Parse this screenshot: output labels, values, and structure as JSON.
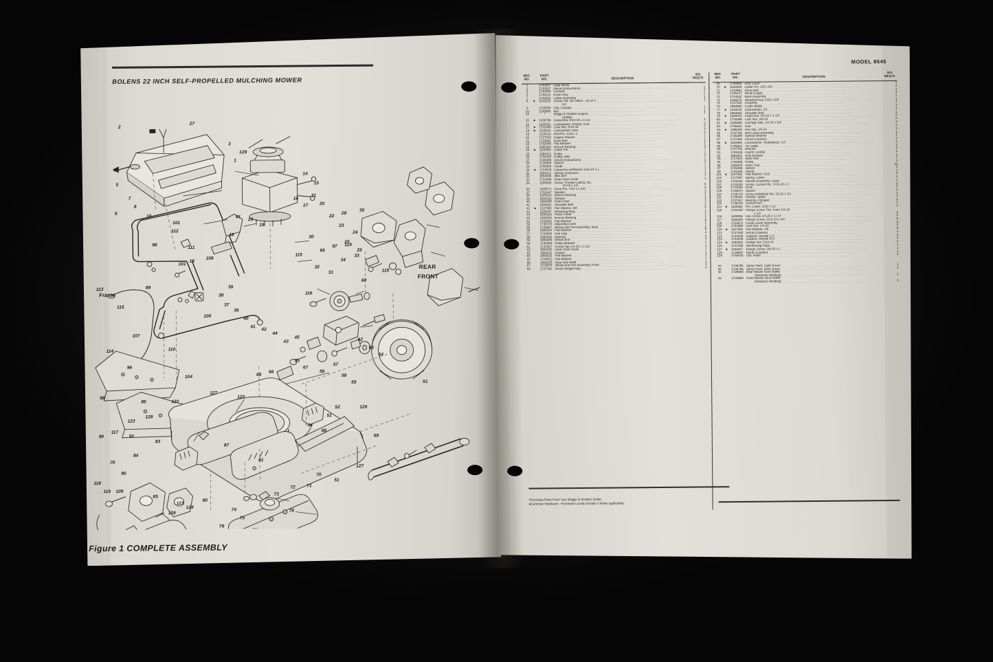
{
  "document": {
    "header_title": "BOLENS 22 INCH SELF-PROPELLED MULCHING MOWER",
    "model_label": "MODEL  8645",
    "figure_caption": "Figure 1  COMPLETE ASSEMBLY"
  },
  "diagram": {
    "labels": {
      "frame": "Frame",
      "rear": "REAR",
      "front": "FRONT"
    },
    "callouts": [
      "1",
      "2",
      "3",
      "5",
      "7",
      "8",
      "9",
      "10",
      "14",
      "15",
      "16",
      "17",
      "18",
      "19",
      "20",
      "21",
      "22",
      "23",
      "24",
      "25",
      "26",
      "27",
      "28",
      "29",
      "30",
      "31",
      "32",
      "33",
      "34",
      "36",
      "37",
      "38",
      "39",
      "40",
      "41",
      "42",
      "43",
      "44",
      "45",
      "51",
      "52",
      "55",
      "56",
      "57",
      "58",
      "59",
      "60",
      "61",
      "62",
      "63",
      "64",
      "65",
      "66",
      "67",
      "68",
      "69",
      "70",
      "71",
      "72",
      "73",
      "74",
      "75",
      "76",
      "77",
      "78",
      "79",
      "80",
      "81",
      "83",
      "84",
      "85",
      "86",
      "87",
      "89",
      "90",
      "91",
      "92",
      "95",
      "96",
      "97",
      "98",
      "101",
      "104",
      "106",
      "107",
      "108",
      "109",
      "110",
      "111",
      "112",
      "113",
      "114",
      "115",
      "116",
      "117",
      "118",
      "119",
      "120",
      "121",
      "122",
      "123",
      "124",
      "126",
      "127",
      "128",
      "129"
    ]
  },
  "table_headers": {
    "ref_no": "REF.\nNO.",
    "ref_line1": "REF.",
    "ref_line2": "NO.",
    "part_line1": "PART",
    "part_line2": "NO.",
    "description": "DESCRIPTION",
    "qty_line1": "NO.",
    "qty_line2": "REQ'D."
  },
  "left_table": [
    {
      "ref": "1",
      "dot": "",
      "part": "1745587",
      "desc": "Logo  Decal",
      "qty": ""
    },
    {
      "ref": "2",
      "dot": "",
      "part": "1744267",
      "desc": "Decal (Instructions)",
      "qty": "2"
    },
    {
      "ref": "3",
      "dot": "",
      "part": "1746485",
      "desc": "Console",
      "qty": "1"
    },
    {
      "ref": "5",
      "dot": "",
      "part": "1736314",
      "desc": "Knob  Only",
      "qty": "1"
    },
    {
      "ref": "7",
      "dot": "",
      "part": "1746416",
      "desc": "Cable   Assembly",
      "qty": "1"
    },
    {
      "ref": "8",
      "dot": "●",
      "part": "1100115",
      "desc": "Screw, Rd. Hd. Mach., 10-24 x",
      "qty": "1"
    },
    {
      "ref": "",
      "dot": "",
      "part": "",
      "desc": "1/2",
      "qty": "",
      "cont": true
    },
    {
      "ref": "9",
      "dot": "",
      "part": "1728256",
      "desc": "Clip, Conduit",
      "qty": "1"
    },
    {
      "ref": "10",
      "dot": "",
      "part": "1185985",
      "desc": "Nut",
      "qty": "1"
    },
    {
      "ref": "14",
      "dot": "",
      "part": "*",
      "desc": "Briggs & Stratton Engine,",
      "qty": "1"
    },
    {
      "ref": "",
      "dot": "",
      "part": "",
      "desc": "110982",
      "qty": "",
      "cont": true
    },
    {
      "ref": "15",
      "dot": "●",
      "part": "1100799",
      "desc": "Capscrew, 5/16-18 x 1-1/2",
      "qty": "1"
    },
    {
      "ref": "16",
      "dot": "",
      "part": "1185261",
      "desc": "Lockwasher, Dished, 5/16",
      "qty": "3"
    },
    {
      "ref": "17",
      "dot": "●",
      "part": "1732499",
      "desc": "Lock Nut, 5/16-18",
      "qty": "2"
    },
    {
      "ref": "18",
      "dot": "●",
      "part": "1100242",
      "desc": "Lockwasher, 5/16",
      "qty": "3"
    },
    {
      "ref": "19",
      "dot": "",
      "part": "1120210",
      "desc": "Roll Pin, 3/16 x 1",
      "qty": "5"
    },
    {
      "ref": "20",
      "dot": "",
      "part": "1727518",
      "desc": "Engine  Sheave",
      "qty": "1"
    },
    {
      "ref": "21",
      "dot": "",
      "part": "1723661",
      "desc": "Drive  Belt",
      "qty": "1"
    },
    {
      "ref": "22",
      "dot": "",
      "part": "1702646",
      "desc": "Flat Washer",
      "qty": "1"
    },
    {
      "ref": "23",
      "dot": "",
      "part": "1892945",
      "desc": "Bronze Bearing",
      "qty": "3"
    },
    {
      "ref": "24",
      "dot": "●",
      "part": "1100350",
      "desc": "Cotter  Pin",
      "qty": "1"
    },
    {
      "ref": "25",
      "dot": "",
      "part": "1894221",
      "desc": "Pulley",
      "qty": "1"
    },
    {
      "ref": "26",
      "dot": "",
      "part": "1736319",
      "desc": "Pulley, Idler",
      "qty": "1"
    },
    {
      "ref": "27",
      "dot": "",
      "part": "1746459",
      "desc": "Decal (Instructions)",
      "qty": "1"
    },
    {
      "ref": "28",
      "dot": "",
      "part": "1729464",
      "desc": "Spacer",
      "qty": "1"
    },
    {
      "ref": "29",
      "dot": "",
      "part": "1746390",
      "desc": "Guide",
      "qty": "1"
    },
    {
      "ref": "30",
      "dot": "●",
      "part": "1744578",
      "desc": "Capscrew w/Washer 5/16-24 x 1",
      "qty": "1"
    },
    {
      "ref": "31",
      "dot": "",
      "part": "1894212",
      "desc": "Spring,  Extension",
      "qty": "1"
    },
    {
      "ref": "32",
      "dot": "",
      "part": "1894346",
      "desc": "Idler  Arm",
      "qty": "1"
    },
    {
      "ref": "33",
      "dot": "",
      "part": "1722468",
      "desc": "Gear Case Cover",
      "qty": "1"
    },
    {
      "ref": "34",
      "dot": "",
      "part": "1186009",
      "desc": "Screw, Thread Cutting, No.",
      "qty": ""
    },
    {
      "ref": "",
      "dot": "",
      "part": "",
      "desc": "10-16 x 1/2",
      "qty": "8",
      "cont": true
    },
    {
      "ref": "36",
      "dot": "",
      "part": "1185271",
      "desc": "Drive Pin, 7/32 x 1-1/8",
      "qty": "8"
    },
    {
      "ref": "37",
      "dot": "",
      "part": "1701447",
      "desc": "Washer",
      "qty": "2"
    },
    {
      "ref": "38",
      "dot": "",
      "part": "1185319",
      "desc": "Bronze Bearing",
      "qty": "1"
    },
    {
      "ref": "39",
      "dot": "",
      "part": "1894222",
      "desc": "Sheave",
      "qty": "2"
    },
    {
      "ref": "40",
      "dot": "",
      "part": "1894269",
      "desc": "Gear Case",
      "qty": "1"
    },
    {
      "ref": "41",
      "dot": "",
      "part": "1894301",
      "desc": "Shoulder  Bolt",
      "qty": "2"
    },
    {
      "ref": "42",
      "dot": "●",
      "part": "1107383",
      "desc": "Flat Washer, 3/8",
      "qty": "5"
    },
    {
      "ref": "43",
      "dot": "",
      "part": "1185257",
      "desc": "Retaining  Ring",
      "qty": "1"
    },
    {
      "ref": "44",
      "dot": "",
      "part": "1894229",
      "desc": "Pinion  Shaft",
      "qty": "1"
    },
    {
      "ref": "45",
      "dot": "",
      "part": "1892533",
      "desc": "Bronze  Bearing",
      "qty": "2"
    },
    {
      "ref": "51",
      "dot": "",
      "part": "1703052",
      "desc": "Flat Washer",
      "qty": "8"
    },
    {
      "ref": "52",
      "dot": "",
      "part": "1736723",
      "desc": "Adjusting Lever",
      "qty": "1"
    },
    {
      "ref": "55",
      "dot": "",
      "part": "1725667",
      "desc": "Wheel and Tire Assembly, Rear",
      "qty": "2"
    },
    {
      "ref": "56",
      "dot": "",
      "part": "1890234",
      "desc": "Flat Washer",
      "qty": "8"
    },
    {
      "ref": "57",
      "dot": "",
      "part": "1723630",
      "desc": "Hub  Cap",
      "qty": "4"
    },
    {
      "ref": "58",
      "dot": "",
      "part": "1894240",
      "desc": "Bearing",
      "qty": "4"
    },
    {
      "ref": "59",
      "dot": "",
      "part": "1894289",
      "desc": "Wheel  Arm",
      "qty": "4"
    },
    {
      "ref": "60",
      "dot": "",
      "part": "1746389",
      "desc": "Pulley Bracket",
      "qty": "1"
    },
    {
      "ref": "61",
      "dot": "",
      "part": "1747027",
      "desc": "Screw-Tap 1/4-20 x 1-1/2",
      "qty": "1"
    },
    {
      "ref": "62",
      "dot": "",
      "part": "1894230",
      "desc": "Gear Case Cover",
      "qty": "1"
    },
    {
      "ref": "63",
      "dot": "",
      "part": "1894231",
      "desc": "Gasket",
      "qty": "1"
    },
    {
      "ref": "64",
      "dot": "",
      "part": "1894232",
      "desc": "Felt Washer",
      "qty": "1"
    },
    {
      "ref": "65",
      "dot": "",
      "part": "1708012",
      "desc": "Flat Washer",
      "qty": "1"
    },
    {
      "ref": "66",
      "dot": "",
      "part": "1894225",
      "desc": "Gear and Shaft",
      "qty": "1"
    },
    {
      "ref": "67",
      "dot": "",
      "part": "1723679",
      "desc": "Wheel and Tire Assembly, Front",
      "qty": "2"
    },
    {
      "ref": "68",
      "dot": "",
      "part": "1727361",
      "desc": "Decal (Height Adj.)",
      "qty": "4"
    }
  ],
  "right_table": [
    {
      "ref": "69",
      "dot": "",
      "part": "1736999",
      "desc": "Axle Cover",
      "qty": "1"
    },
    {
      "ref": "70",
      "dot": "●",
      "part": "1100349",
      "desc": "Cotter Pin, 1/8 x 3/4",
      "qty": "4"
    },
    {
      "ref": "71",
      "dot": "",
      "part": "1723981",
      "desc": "Drive  Axle",
      "qty": "1"
    },
    {
      "ref": "72",
      "dot": "",
      "part": "1746447",
      "desc": "Decal (Logo)",
      "qty": "1"
    },
    {
      "ref": "73",
      "dot": "",
      "part": "1744262",
      "desc": "Base  Assembly",
      "qty": "1"
    },
    {
      "ref": "74",
      "dot": "",
      "part": "1100275",
      "desc": "Woodruff Key, 5/32 x 5/8",
      "qty": "1"
    },
    {
      "ref": "75",
      "dot": "",
      "part": "1727533",
      "desc": "Coupling",
      "qty": "1"
    },
    {
      "ref": "76",
      "dot": "",
      "part": "1893860",
      "desc": "Cutter  Blade",
      "qty": "1"
    },
    {
      "ref": "77",
      "dot": "●",
      "part": "1100245",
      "desc": "Lockwasher, 1/2",
      "qty": "1"
    },
    {
      "ref": "78",
      "dot": "",
      "part": "1894062",
      "desc": "Shoulder  Bolt",
      "qty": "1"
    },
    {
      "ref": "79",
      "dot": "●",
      "part": "1100043",
      "desc": "Capscrew, 3/8-16 x 1-1/4",
      "qty": "2"
    },
    {
      "ref": "80",
      "dot": "",
      "part": "1733396",
      "desc": "Lock Nut, 3/8-16",
      "qty": "6"
    },
    {
      "ref": "81",
      "dot": "●",
      "part": "1186066",
      "desc": "Carriage Bolt, 1/4-20 x 5/8",
      "qty": "3"
    },
    {
      "ref": "83",
      "dot": "",
      "part": "1736322",
      "desc": "Grip",
      "qty": "4"
    },
    {
      "ref": "84",
      "dot": "●",
      "part": "1186229",
      "desc": "Hex Nut, 1/4-20",
      "qty": "3"
    },
    {
      "ref": "85",
      "dot": "",
      "part": "1737765",
      "desc": "Belt Cover Assembly",
      "qty": "1"
    },
    {
      "ref": "86",
      "dot": "",
      "part": "1736359",
      "desc": "Special Washer",
      "qty": "1"
    },
    {
      "ref": "87",
      "dot": "",
      "part": "1737360",
      "desc": "Decal (Caution)",
      "qty": "1"
    },
    {
      "ref": "88",
      "dot": "●",
      "part": "1103993",
      "desc": "Lockwasher, Shakeproof, 1/4",
      "qty": "1"
    },
    {
      "ref": "89",
      "dot": "",
      "part": "1735531",
      "desc": "Tie Cable",
      "qty": "1"
    },
    {
      "ref": "90",
      "dot": "",
      "part": "1737761",
      "desc": "Bracket",
      "qty": "1"
    },
    {
      "ref": "91",
      "dot": "",
      "part": "1733236",
      "desc": "Clutch Control",
      "qty": "1"
    },
    {
      "ref": "92",
      "dot": "",
      "part": "1894351",
      "desc": "Axle  Bracket",
      "qty": "1"
    },
    {
      "ref": "93",
      "dot": "",
      "part": "1727924",
      "desc": "Rear  Axle",
      "qty": "1"
    },
    {
      "ref": "95",
      "dot": "",
      "part": "1746385",
      "desc": "Pulley",
      "qty": "1"
    },
    {
      "ref": "96",
      "dot": "",
      "part": "1185878",
      "desc": "Rivet, Pop",
      "qty": "12"
    },
    {
      "ref": "97",
      "dot": "",
      "part": "1746386",
      "desc": "Spacer",
      "qty": "1"
    },
    {
      "ref": "98",
      "dot": "",
      "part": "1736186",
      "desc": "Shield",
      "qty": "1"
    },
    {
      "ref": "101",
      "dot": "●",
      "part": "1107382",
      "desc": "Flat Washer, 5/16",
      "qty": "4"
    },
    {
      "ref": "104",
      "dot": "",
      "part": "1717897",
      "desc": "Spring, Cotter",
      "qty": "2"
    },
    {
      "ref": "106",
      "dot": "",
      "part": "1746492",
      "desc": "Handle Assembly, Lower",
      "qty": "1"
    },
    {
      "ref": "107",
      "dot": "",
      "part": "1731025",
      "desc": "Screw, Curved Hd., 5/16-18 x  2",
      "qty": "2"
    },
    {
      "ref": "108",
      "dot": "",
      "part": "1731030",
      "desc": "Knob",
      "qty": "2"
    },
    {
      "ref": "109",
      "dot": "",
      "part": "1740874",
      "desc": "Spacer",
      "qty": "2"
    },
    {
      "ref": "110",
      "dot": "",
      "part": "1745778",
      "desc": "Screw w/Washer No. 10-32 x 1/2",
      "qty": "1"
    },
    {
      "ref": "111",
      "dot": "",
      "part": "1746454",
      "desc": "Handle, Upper",
      "qty": "1"
    },
    {
      "ref": "112",
      "dot": "",
      "part": "1727547",
      "desc": "Bearing,  Flanged",
      "qty": "2"
    },
    {
      "ref": "113",
      "dot": "",
      "part": "1746418",
      "desc": "Control Arm",
      "qty": "1"
    },
    {
      "ref": "114",
      "dot": "●",
      "part": "1100362",
      "desc": "Pin, Cotter, 3/32 x 1/2",
      "qty": "2"
    },
    {
      "ref": "115",
      "dot": "",
      "part": "1724492",
      "desc": "Flange Screw Thd. Form 1/4-20",
      "qty": ""
    },
    {
      "ref": "",
      "dot": "",
      "part": "",
      "desc": "x 1/2",
      "qty": "1",
      "cont": true
    },
    {
      "ref": "116",
      "dot": "",
      "part": "1100806",
      "desc": "Hex Screw 1/4-20 x 1-1/4",
      "qty": "1"
    },
    {
      "ref": "117",
      "dot": "",
      "part": "1186328",
      "desc": "Flange Screw, 5/16-18 x 5/8",
      "qty": "6"
    },
    {
      "ref": "118",
      "dot": "",
      "part": "1723673",
      "desc": "Chute Cover Assembly",
      "qty": "4"
    },
    {
      "ref": "119",
      "dot": "",
      "part": "1734398",
      "desc": "Lock Nut, 1/4-20",
      "qty": "2"
    },
    {
      "ref": "120",
      "dot": "●",
      "part": "1107383",
      "desc": "Flat Washer, 3/8",
      "qty": "8"
    },
    {
      "ref": "121",
      "dot": "",
      "part": "1727365",
      "desc": "Decal (Caution)",
      "qty": "4"
    },
    {
      "ref": "122",
      "dot": "",
      "part": "1744249",
      "desc": "Support, Handle L.H.",
      "qty": "4"
    },
    {
      "ref": "123",
      "dot": "",
      "part": "1744248",
      "desc": "Support, Handle R.H.",
      "qty": "4"
    },
    {
      "ref": "124",
      "dot": "●",
      "part": "1186391",
      "desc": "Flange Nut, 5/16-18",
      "qty": "1"
    },
    {
      "ref": "126",
      "dot": "",
      "part": "1737485",
      "desc": "Reinforcing  Plate",
      "qty": "1"
    },
    {
      "ref": "127",
      "dot": "●",
      "part": "1186347",
      "desc": "Flange Screw, 3/8-16 x 1",
      "qty": "1"
    },
    {
      "ref": "128",
      "dot": "",
      "part": "1739687",
      "desc": "Decal (Caution)",
      "qty": "1"
    },
    {
      "ref": "129",
      "dot": "",
      "part": "1746425",
      "desc": "Clip, Rope",
      "qty": "1"
    }
  ],
  "ni_rows": [
    {
      "ref": "NI",
      "part": "1736795",
      "desc": "Spray Paint, Light Green",
      "qty": "1"
    },
    {
      "ref": "NI",
      "part": "1736796",
      "desc": "Spray Paint, Dark Green",
      "qty": "1"
    },
    {
      "ref": "NI",
      "part": "1729969",
      "desc": "Rear Mower Deck Baffle",
      "qty": ""
    },
    {
      "ref": "",
      "part": "",
      "desc": "(Requires Welding)",
      "qty": "1",
      "cont": true
    },
    {
      "ref": "NI",
      "part": "1729968",
      "desc": "Front Mower Deck Baffle",
      "qty": ""
    },
    {
      "ref": "",
      "part": "",
      "desc": "(Requires Welding)",
      "qty": "1",
      "cont": true
    }
  ],
  "footnotes": {
    "line1": "*Purchase Parts From Your Briggs & Stratton Outlet",
    "line2": "●Common Hardware - Purchase Locally (Grade 5 where applicable)"
  },
  "colors": {
    "paper": "#dddbd4",
    "ink": "#1b1b18",
    "backdrop": "#060606"
  }
}
